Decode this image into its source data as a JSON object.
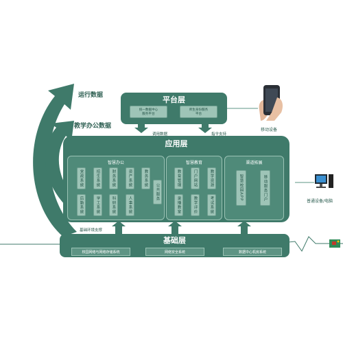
{
  "side_labels": {
    "run_data": "运行数据",
    "teaching_data": "教学办公数据"
  },
  "platform": {
    "title": "平台层",
    "items": [
      "统一数据中心\n服务平台",
      "师生身份服务\n平台"
    ]
  },
  "arrows": {
    "call_data": "调用数据",
    "instruction_support": "指令支持",
    "base_env_support": "基础环境支撑"
  },
  "application": {
    "title": "应用层",
    "groups": [
      {
        "title": "智慧办公",
        "items": [
          "党政系统",
          "招生系统",
          "财务系统",
          "资产系统",
          "教务系统",
          "后勤系统",
          "学工系统",
          "科研系统",
          "人事系统"
        ],
        "extra": "公共服务"
      },
      {
        "title": "智慧教育",
        "items": [
          "教育管理",
          "门户网站",
          "教学资源",
          "录播教室",
          "教学评价",
          "考试系统"
        ]
      },
      {
        "title": "渠道拓展",
        "items": [
          "智慧校园APP",
          "移动服务门户"
        ]
      }
    ]
  },
  "base": {
    "title": "基础层",
    "items": [
      "校园网络与网络存储系统",
      "网络安全系统",
      "数据中心机房系统"
    ]
  },
  "devices": {
    "mobile": "移动设备",
    "pc": "普通设备/电脑"
  },
  "colors": {
    "layer_dark": "#3f7a6a",
    "layer_mid": "#5e9484",
    "box_light": "#9ec4b7",
    "text_dark": "#2e5f52"
  }
}
